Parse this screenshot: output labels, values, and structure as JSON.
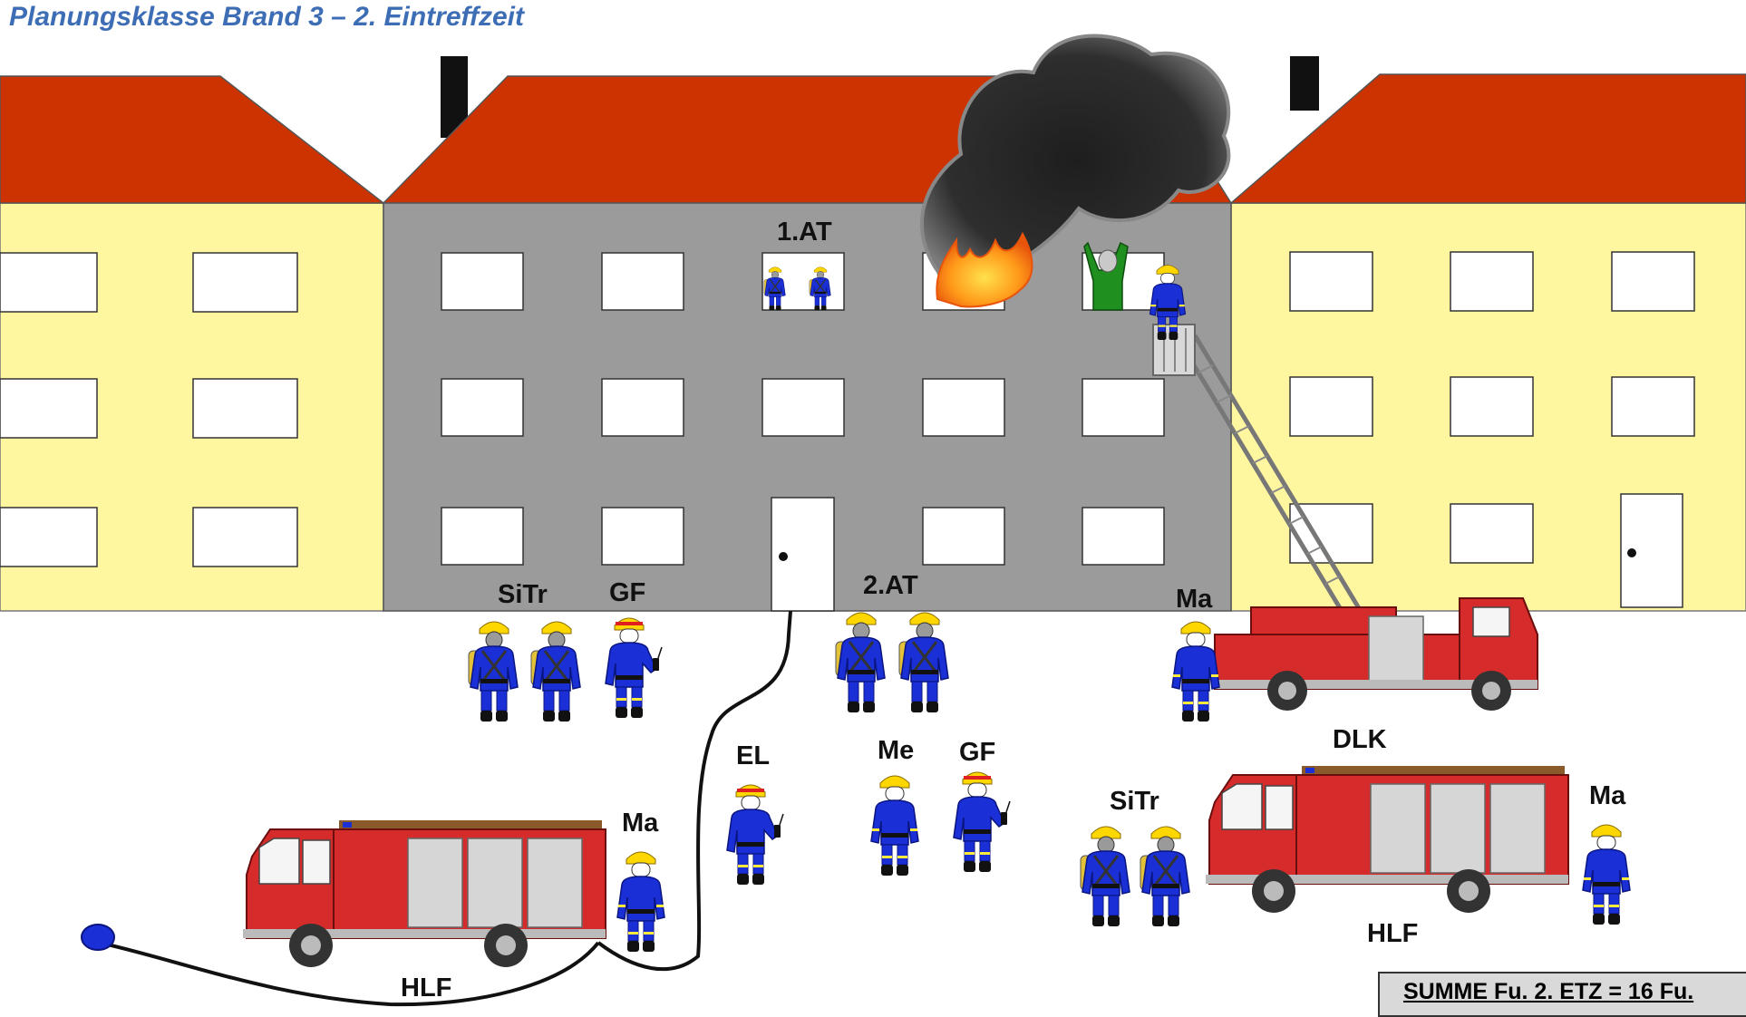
{
  "title": "Planungsklasse Brand 3 – 2. Eintreffzeit",
  "labels": {
    "at1": "1.AT",
    "at2": "2.AT",
    "sitr_left": "SiTr",
    "gf_left": "GF",
    "ma_dlk": "Ma",
    "dlk": "DLK",
    "el": "EL",
    "me": "Me",
    "gf_center": "GF",
    "sitr_right": "SiTr",
    "ma_hlf_right": "Ma",
    "hlf_right": "HLF",
    "ma_hlf_left": "Ma",
    "hlf_left": "HLF"
  },
  "summary": "SUMME Fu. 2. ETZ =  16 Fu.",
  "colors": {
    "roof": "#cc3300",
    "side_building": "#fff6a0",
    "center_building": "#9b9b9b",
    "firefighter_uniform": "#1a2fd6",
    "helmet": "#ffd700",
    "truck_red": "#d62b2b",
    "smoke": "#2b2b2b",
    "fire": "#ff8c00",
    "victim": "#1f8f1f",
    "title": "#3d6eb5"
  },
  "icons": [
    "firefighter-icon",
    "breathing-apparatus-firefighter-icon",
    "radio-firefighter-icon",
    "fire-truck-icon",
    "aerial-ladder-truck-icon",
    "smoke-icon",
    "fire-icon",
    "victim-icon",
    "hydrant-icon"
  ]
}
